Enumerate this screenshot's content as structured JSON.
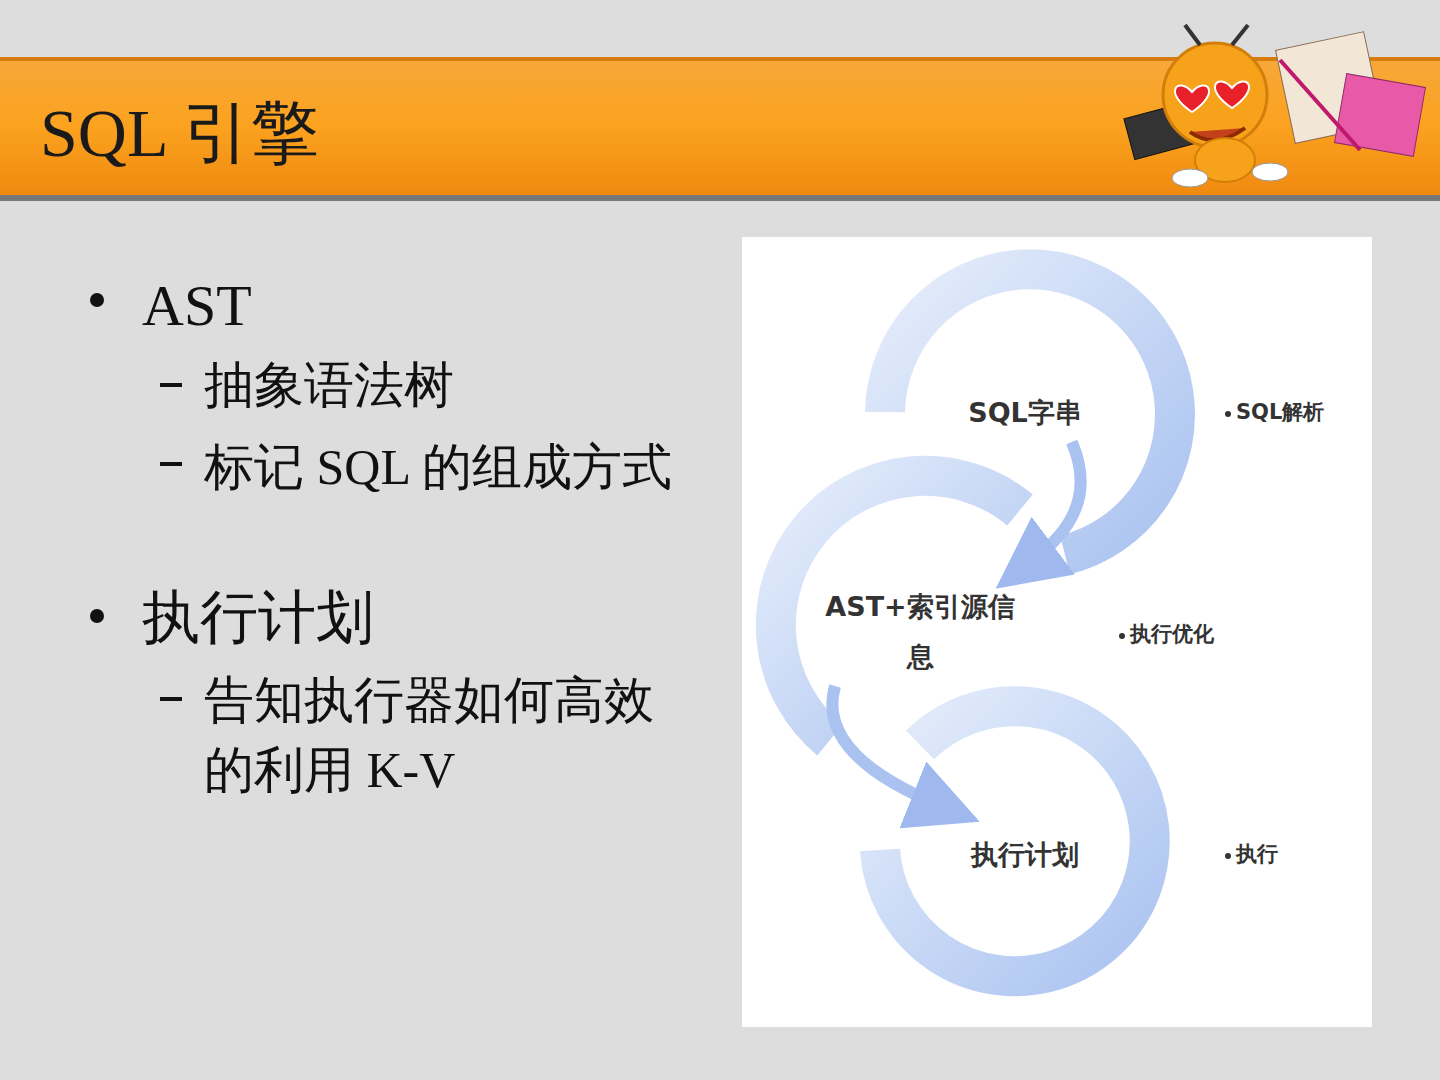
{
  "diagram": {
    "title": "SQL 引擎",
    "nodes": [
      {
        "text": [
          "SQL字串"
        ]
      },
      {
        "text": [
          "AST+索引源信息"
        ]
      },
      {
        "text": [
          "执行计划"
        ]
      }
    ],
    "edges": [
      {
        "from": 0,
        "to": 1,
        "arrow": "to"
      },
      {
        "from": 1,
        "to": 2,
        "arrow": "to"
      }
    ],
    "labels": [
      "AST",
      "抽象语法树",
      "标记 SQL 的组成方式",
      "执行计划",
      "告知执行器如何高效的利用 K-V",
      "SQL解析",
      "执行优化",
      "执行"
    ]
  }
}
